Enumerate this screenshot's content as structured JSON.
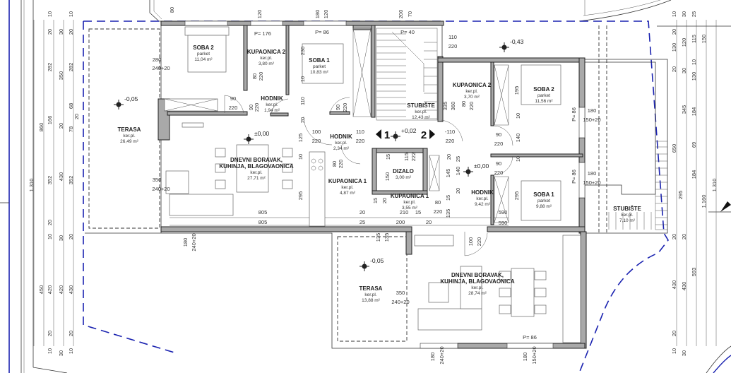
{
  "section_markers": [
    "1",
    "2"
  ],
  "rooms": [
    {
      "name": "SOBA 2",
      "finish": "parket",
      "area": "11,04 m²"
    },
    {
      "name": "KUPAONICA 2",
      "finish": "ker.pl.",
      "area": "3,80 m²"
    },
    {
      "name": "SOBA 1",
      "finish": "parket",
      "area": "10,83 m²"
    },
    {
      "name": "HODNIK",
      "finish": "ker.pl.",
      "area": "1,94 m²"
    },
    {
      "name": "STUBIŠTE",
      "finish": "ker.pl.",
      "area": "12,43 m²"
    },
    {
      "name": "KUPAONICA 2",
      "finish": "ker.pl.",
      "area": "3,70 m²"
    },
    {
      "name": "SOBA 2",
      "finish": "parket",
      "area": "11,56 m²"
    },
    {
      "name": "TERASA",
      "finish": "ker.pl.",
      "area": "26,49 m²"
    },
    {
      "name": "HODNIK",
      "finish": "ker.pl.",
      "area": "2,34 m²"
    },
    {
      "name": "DNEVNI BORAVAK,",
      "name2": "KUHINJA, BLAGOVAONICA",
      "finish": "ker.pl.",
      "area": "27,71 m²"
    },
    {
      "name": "KUPAONICA 1",
      "finish": "ker.pl.",
      "area": "4,87 m²"
    },
    {
      "name": "DIZALO",
      "area": "3,00 m²"
    },
    {
      "name": "KUPAONICA 1",
      "finish": "ker.pl.",
      "area": "3,55 m²"
    },
    {
      "name": "HODNIK",
      "finish": "ker.pl.",
      "area": "9,42 m²"
    },
    {
      "name": "SOBA 1",
      "finish": "parket",
      "area": "9,88 m²"
    },
    {
      "name": "STUBIŠTE",
      "finish": "ker.pl.",
      "area": "7,10 m²"
    },
    {
      "name": "TERASA",
      "finish": "ker.pl.",
      "area": "13,88 m²"
    },
    {
      "name": "DNEVNI BORAVAK,",
      "name2": "KUHINJA, BLAGOVAONICA",
      "finish": "ker.pl.",
      "area": "28,74 m²"
    }
  ],
  "levels": [
    "-0,05",
    "-0,43",
    "±0,00",
    "+0,02",
    "±0,00",
    "-0,05"
  ],
  "dimensions": [
    "1.310",
    "860",
    "450",
    "10",
    "20",
    "282",
    "166",
    "352",
    "20",
    "10",
    "420",
    "20",
    "10",
    "30",
    "350",
    "20",
    "430",
    "30",
    "420",
    "30",
    "10",
    "20",
    "282",
    "68",
    "20",
    "78",
    "352",
    "20",
    "430",
    "20",
    "10",
    "10",
    "20",
    "130",
    "20",
    "650",
    "295",
    "20",
    "430",
    "20",
    "10",
    "30",
    "120",
    "30",
    "345",
    "20",
    "430",
    "30",
    "25",
    "115",
    "10",
    "130",
    "184",
    "69",
    "184",
    "593",
    "150",
    "1.160",
    "1.310",
    "280",
    "240+20",
    "350",
    "240+20",
    "P= 176",
    "P= 86",
    "P= 40",
    "110",
    "220",
    "80",
    "120",
    "180",
    "120",
    "200",
    "70",
    "80",
    "220",
    "90",
    "220",
    "90",
    "220",
    "230",
    "10",
    "110",
    "90",
    "220",
    "20",
    "125",
    "100",
    "220",
    "110",
    "220",
    "-110",
    "220",
    "195",
    "10",
    "140",
    "10",
    "295",
    "90",
    "220",
    "90",
    "220",
    "180",
    "150+20",
    "180",
    "150+20",
    "P= 86",
    "P= 86",
    "335",
    "360",
    "80",
    "220",
    "80",
    "220",
    "10",
    "295",
    "115",
    "222",
    "15",
    "150",
    "20",
    "145",
    "15",
    "15",
    "20",
    "80",
    "220",
    "135",
    "25",
    "140",
    "20",
    "805",
    "805",
    "20",
    "25",
    "210",
    "200",
    "15",
    "20",
    "590",
    "590",
    "135",
    "135",
    "180",
    "240+20",
    "100",
    "220",
    "350",
    "240+20",
    "180",
    "240+20",
    "180",
    "150+20",
    "P= 86"
  ]
}
